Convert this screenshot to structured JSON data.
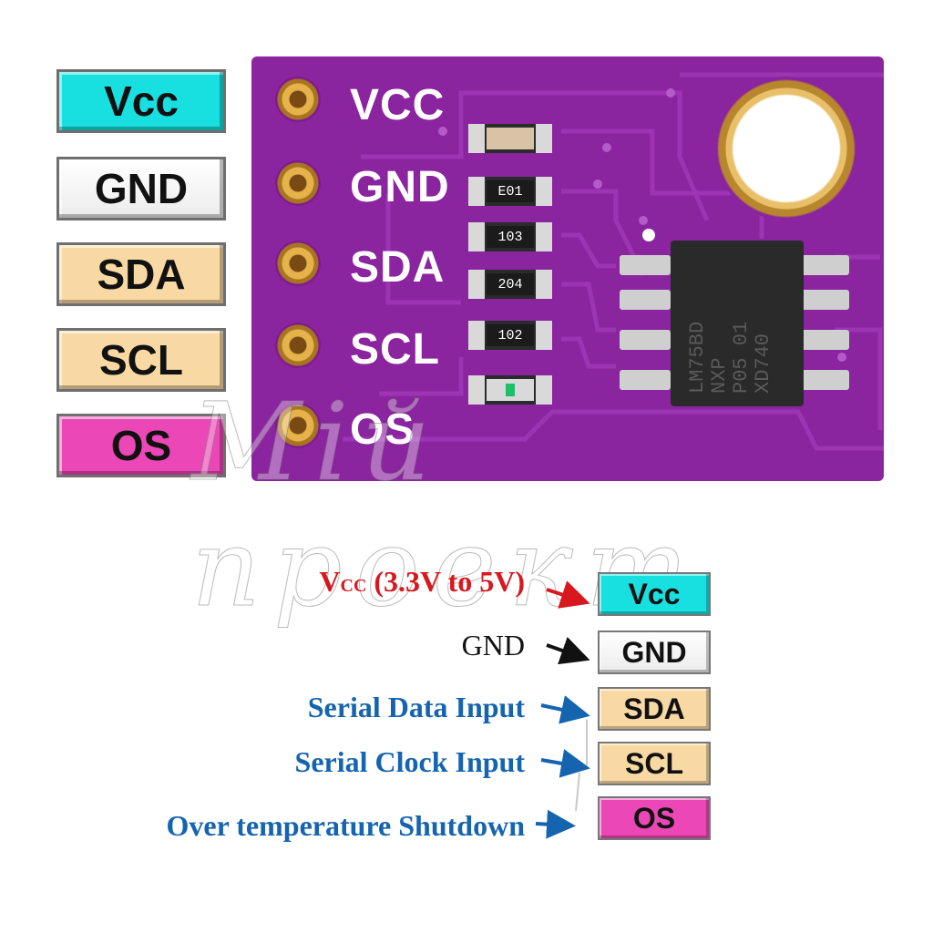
{
  "colors": {
    "vcc": "#19e0e0",
    "gnd": "#ffffff",
    "sda": "#f8d9a4",
    "scl": "#f8d9a4",
    "os": "#ec47b6",
    "pcb": "#8a249f",
    "vcc_desc": "#d8171e",
    "gnd_desc": "#111111",
    "blue_desc": "#1564b0"
  },
  "pin_labels": [
    "Vcc",
    "GND",
    "SDA",
    "SCL",
    "OS"
  ],
  "board": {
    "silkscreen": [
      "VCC",
      "GND",
      "SDA",
      "SCL",
      "OS"
    ],
    "resistors": [
      "",
      "E01",
      "103",
      "204",
      "102",
      ""
    ],
    "chip_marking": [
      "LM75BD",
      "NXP",
      "P05 01",
      "XD740"
    ],
    "watermark": "Мій проект"
  },
  "legend": [
    {
      "pin": "Vcc",
      "description": "V",
      "sub": "CC",
      "tail": " (3.3V to 5V)"
    },
    {
      "pin": "GND",
      "description": "GND"
    },
    {
      "pin": "SDA",
      "description": "Serial Data Input"
    },
    {
      "pin": "SCL",
      "description": "Serial Clock Input"
    },
    {
      "pin": "OS",
      "description": "Over temperature  Shutdown"
    }
  ],
  "icons": [
    "arrow-left-icon"
  ]
}
